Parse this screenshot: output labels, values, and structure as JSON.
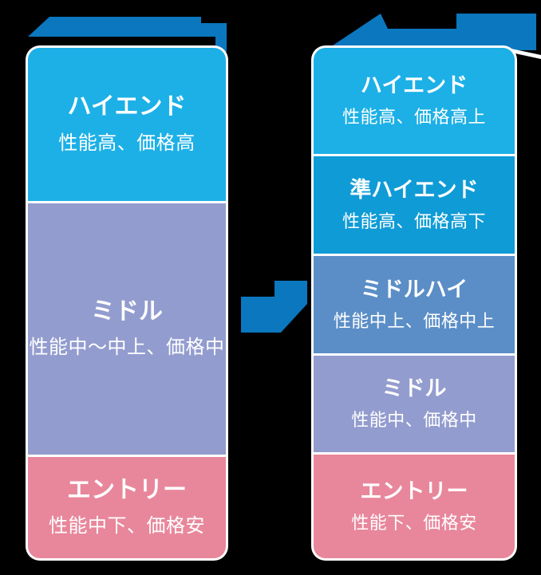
{
  "colors": {
    "background": "#000000",
    "banner_blue": "#0B77BE",
    "cyan": "#1CB0E6",
    "cyan_deep": "#0F9BD6",
    "mid_blue": "#5B8EC7",
    "lavender": "#939CCE",
    "pink": "#E8879B",
    "divider_white": "#FFFFFF",
    "text": "#FFFFFF"
  },
  "columns": {
    "left": {
      "blocks": [
        {
          "title": "ハイエンド",
          "subtitle": "性能高、価格高",
          "color": "#1CB0E6"
        },
        {
          "title": "ミドル",
          "subtitle": "性能中〜中上、価格中",
          "color": "#939CCE"
        },
        {
          "title": "エントリー",
          "subtitle": "性能中下、価格安",
          "color": "#E8879B"
        }
      ]
    },
    "right": {
      "blocks": [
        {
          "title": "ハイエンド",
          "subtitle": "性能高、価格高上",
          "color": "#1CB0E6"
        },
        {
          "title": "準ハイエンド",
          "subtitle": "性能高、価格高下",
          "color": "#0F9BD6"
        },
        {
          "title": "ミドルハイ",
          "subtitle": "性能中上、価格中上",
          "color": "#5B8EC7"
        },
        {
          "title": "ミドル",
          "subtitle": "性能中、価格中",
          "color": "#939CCE"
        },
        {
          "title": "エントリー",
          "subtitle": "性能下、価格安",
          "color": "#E8879B"
        }
      ]
    }
  }
}
